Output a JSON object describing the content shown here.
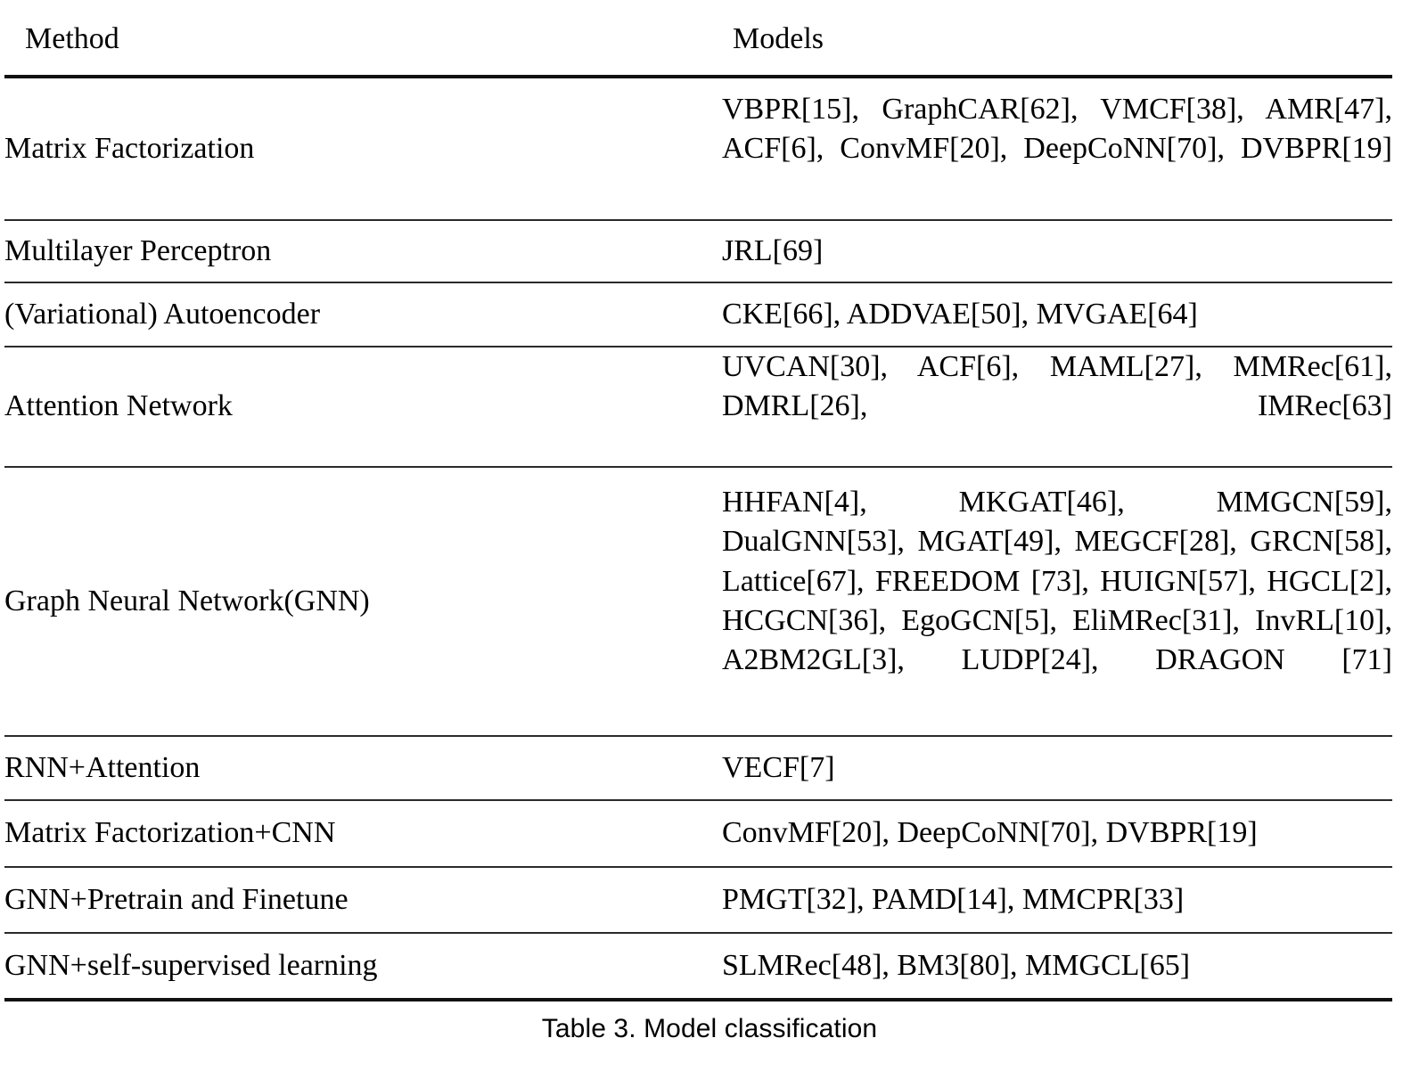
{
  "table": {
    "number": "Table 3.",
    "caption_text": "Model classification",
    "caption_full": "Table 3.  Model classification",
    "columns": [
      "Method",
      "Models"
    ],
    "rows": [
      {
        "method": "Matrix Factorization",
        "models": "VBPR[15], GraphCAR[62], VMCF[38], AMR[47], ACF[6], ConvMF[20], DeepCoNN[70], DVBPR[19]",
        "model_list": [
          "VBPR[15]",
          "GraphCAR[62]",
          "VMCF[38]",
          "AMR[47]",
          "ACF[6]",
          "ConvMF[20]",
          "DeepCoNN[70]",
          "DVBPR[19]"
        ],
        "justified": true
      },
      {
        "method": "Multilayer Perceptron",
        "models": "JRL[69]",
        "model_list": [
          "JRL[69]"
        ],
        "justified": false
      },
      {
        "method": "(Variational) Autoencoder",
        "models": "CKE[66], ADDVAE[50], MVGAE[64]",
        "model_list": [
          "CKE[66]",
          "ADDVAE[50]",
          "MVGAE[64]"
        ],
        "justified": false
      },
      {
        "method": "Attention Network",
        "models": "UVCAN[30], ACF[6], MAML[27], MMRec[61], DMRL[26], IMRec[63]",
        "model_list": [
          "UVCAN[30]",
          "ACF[6]",
          "MAML[27]",
          "MMRec[61]",
          "DMRL[26]",
          "IMRec[63]"
        ],
        "justified": true
      },
      {
        "method": "Graph Neural Network(GNN)",
        "models": "HHFAN[4], MKGAT[46], MMGCN[59], DualGNN[53], MGAT[49], MEGCF[28], GRCN[58], Lattice[67], FREEDOM [73], HUIGN[57], HGCL[2], HCGCN[36], EgoGCN[5], EliMRec[31], InvRL[10], A2BM2GL[3], LUDP[24], DRAGON [71]",
        "model_list": [
          "HHFAN[4]",
          "MKGAT[46]",
          "MMGCN[59]",
          "DualGNN[53]",
          "MGAT[49]",
          "MEGCF[28]",
          "GRCN[58]",
          "Lattice[67]",
          "FREEDOM [73]",
          "HUIGN[57]",
          "HGCL[2]",
          "HCGCN[36]",
          "EgoGCN[5]",
          "EliMRec[31]",
          "InvRL[10]",
          "A2BM2GL[3]",
          "LUDP[24]",
          "DRAGON [71]"
        ],
        "justified": true
      },
      {
        "method": "RNN+Attention",
        "models": "VECF[7]",
        "model_list": [
          "VECF[7]"
        ],
        "justified": false
      },
      {
        "method": "Matrix Factorization+CNN",
        "models": "ConvMF[20], DeepCoNN[70], DVBPR[19]",
        "model_list": [
          "ConvMF[20]",
          "DeepCoNN[70]",
          "DVBPR[19]"
        ],
        "justified": false
      },
      {
        "method": "GNN+Pretrain and Finetune",
        "models": "PMGT[32], PAMD[14], MMCPR[33]",
        "model_list": [
          "PMGT[32]",
          "PAMD[14]",
          "MMCPR[33]"
        ],
        "justified": false
      },
      {
        "method": "GNN+self-supervised learning",
        "models": "SLMRec[48], BM3[80], MMGCL[65]",
        "model_list": [
          "SLMRec[48]",
          "BM3[80]",
          "MMGCL[65]"
        ],
        "justified": false
      }
    ]
  },
  "colors": {
    "text": "#000000",
    "rule": "#111111",
    "background": "#ffffff"
  }
}
